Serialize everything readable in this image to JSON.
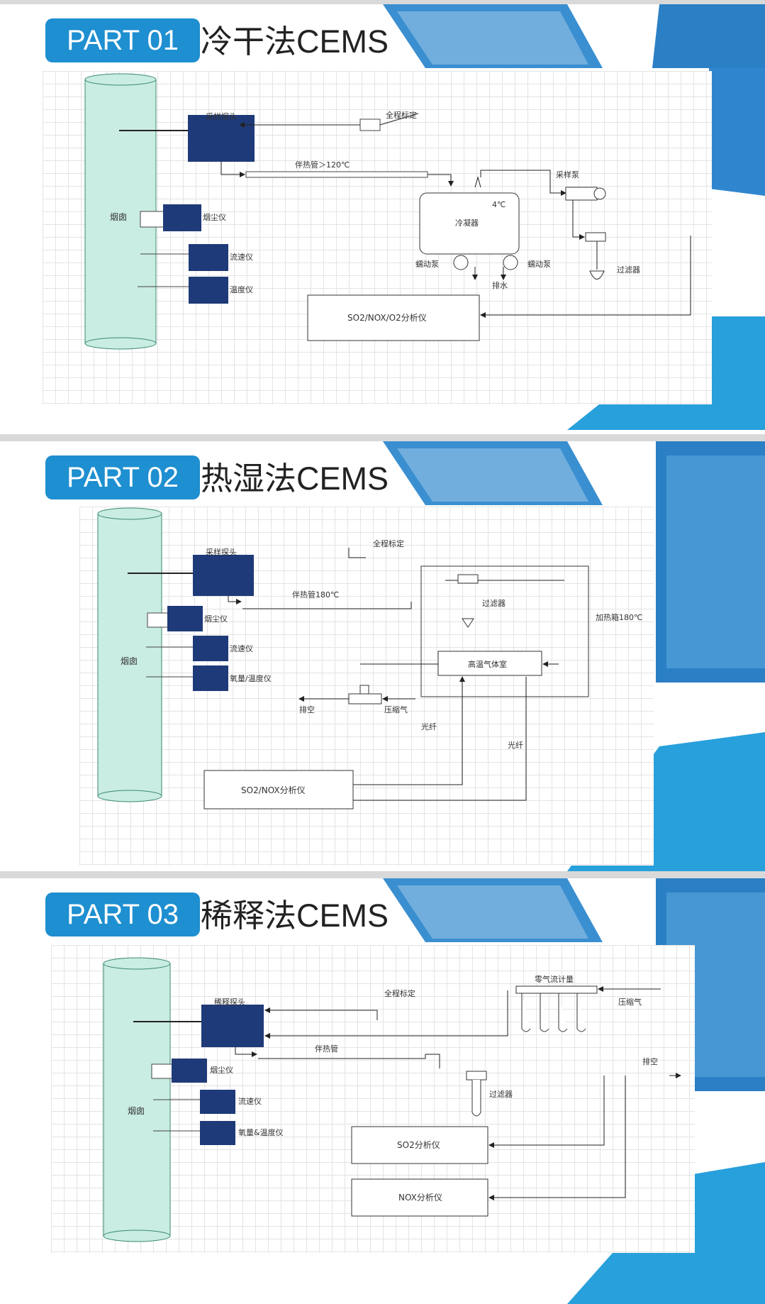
{
  "colors": {
    "accent": "#1e8fd0",
    "block": "#1f3a78",
    "stack": "#c9ece3",
    "stack_stroke": "#3b8a72",
    "bg": "#d9d9d9"
  },
  "slides": [
    {
      "badge": "PART 01",
      "title": "冷干法CEMS",
      "labels": {
        "stack": "烟囱",
        "probe": "采样探头",
        "calibration": "全程标定",
        "heat_line": "伴热管＞120℃",
        "dust": "烟尘仪",
        "flow": "流速仪",
        "temp": "温度仪",
        "temp_c": "4℃",
        "cooler": "冷凝器",
        "sample_pump": "采样泵",
        "peristaltic_left": "蠕动泵",
        "peristaltic_right": "蠕动泵",
        "drain": "排水",
        "filter": "过滤器",
        "analyzer": "SO2/NOX/O2分析仪"
      }
    },
    {
      "badge": "PART 02",
      "title": "热湿法CEMS",
      "labels": {
        "stack": "烟囱",
        "probe": "采样探头",
        "calibration": "全程标定",
        "heat_line": "伴热管180℃",
        "dust": "烟尘仪",
        "flow": "流速仪",
        "o2temp": "氧量/温度仪",
        "filter": "过滤器",
        "box": "加热箱180℃",
        "cell": "高温气体室",
        "exhaust": "排空",
        "compressed": "压缩气",
        "light": "光纤",
        "fiber": "光纤",
        "analyzer": "SO2/NOX分析仪"
      }
    },
    {
      "badge": "PART 03",
      "title": "稀释法CEMS",
      "labels": {
        "stack": "烟囱",
        "probe": "稀释探头",
        "calibration": "全程标定",
        "heat_line": "伴热管",
        "dust": "烟尘仪",
        "flow": "流速仪",
        "o2temp": "氧量&温度仪",
        "flowmeter": "零气流计量",
        "compressed": "压缩气",
        "exhaust": "排空",
        "filter": "过滤器",
        "so2": "SO2分析仪",
        "nox": "NOX分析仪"
      }
    }
  ]
}
